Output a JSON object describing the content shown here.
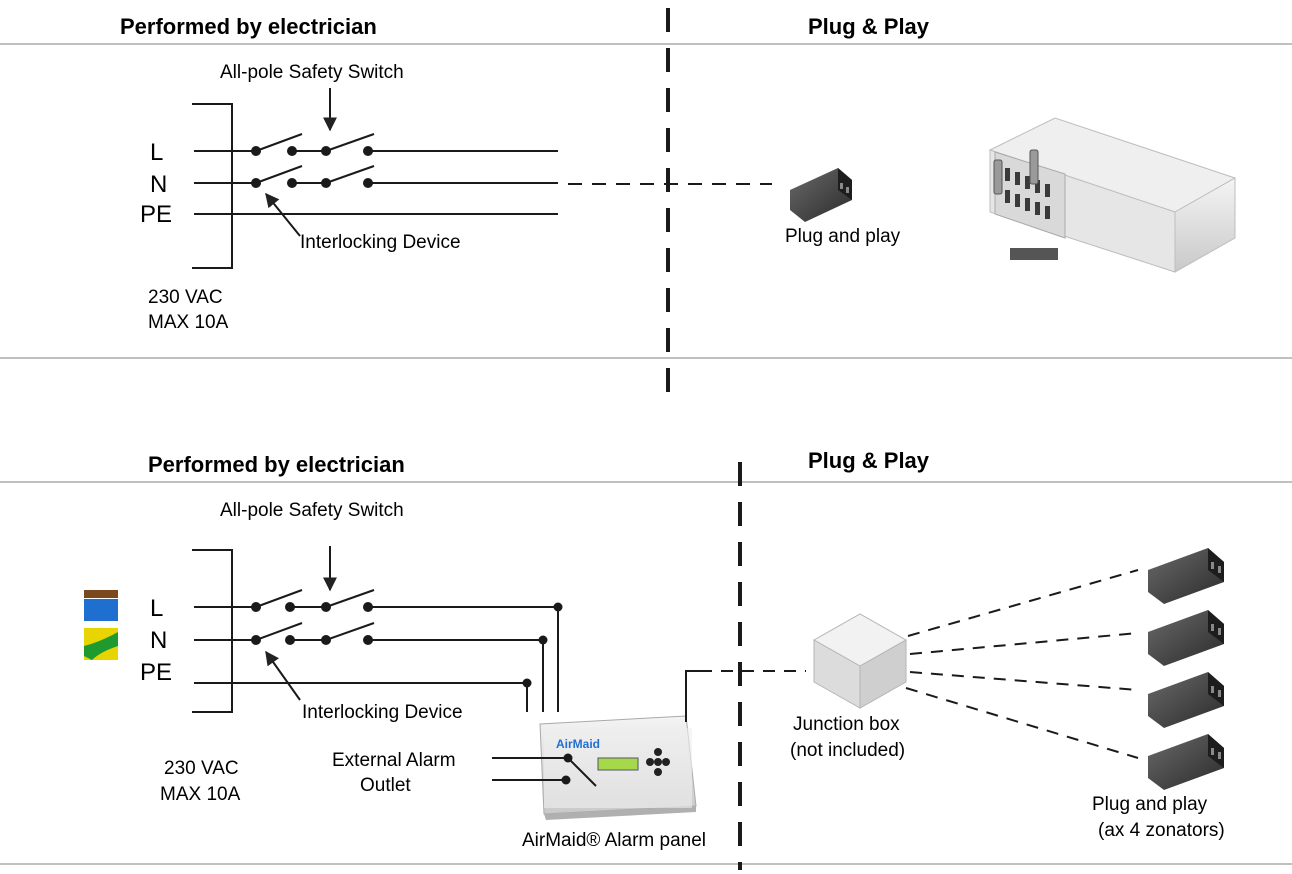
{
  "top": {
    "left_heading": "Performed by electrician",
    "right_heading": "Plug & Play",
    "switch_label": "All-pole Safety Switch",
    "line_L": "L",
    "line_N": "N",
    "line_PE": "PE",
    "interlock_label": "Interlocking Device",
    "supply_line1": "230 VAC",
    "supply_line2": "MAX 10A",
    "plug_label": "Plug and play"
  },
  "bottom": {
    "left_heading": "Performed by electrician",
    "right_heading": "Plug & Play",
    "switch_label": "All-pole Safety Switch",
    "line_L": "L",
    "line_N": "N",
    "line_PE": "PE",
    "interlock_label": "Interlocking Device",
    "supply_line1": "230 VAC",
    "supply_line2": "MAX 10A",
    "alarm_line1": "External Alarm",
    "alarm_line2": "Outlet",
    "panel_label": "AirMaid® Alarm panel",
    "panel_brand": "AirMaid",
    "junction_line1": "Junction box",
    "junction_line2": "(not included)",
    "plugs_line1": "Plug and play",
    "plugs_line2": "(ax 4 zonators)"
  },
  "colors": {
    "wire_brown": "#7a4a1e",
    "wire_blue": "#1f6fd1",
    "wire_yellow": "#e8d400",
    "wire_green": "#1f9a2e",
    "lcd_green": "#a6d94a"
  }
}
